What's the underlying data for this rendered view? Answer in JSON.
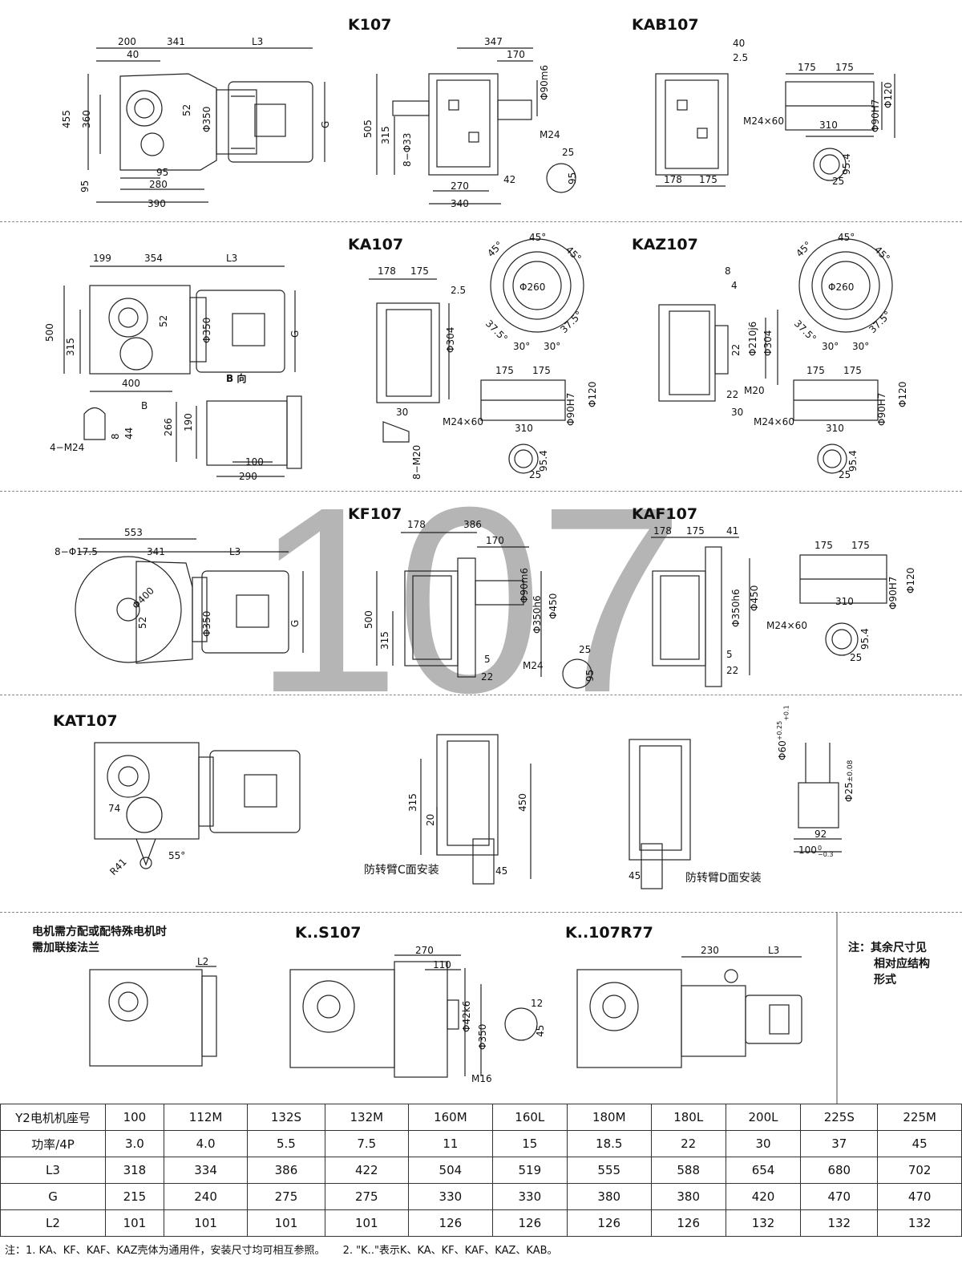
{
  "watermark": "107",
  "sections": {
    "k107": {
      "title": "K107",
      "dims": [
        "200",
        "341",
        "L3",
        "40",
        "455",
        "360",
        "52",
        "Φ350",
        "G",
        "95",
        "95",
        "280",
        "390"
      ],
      "side_dims": [
        "347",
        "170",
        "Φ90m6",
        "505",
        "315",
        "8−Φ33",
        "M24",
        "270",
        "340",
        "42",
        "25",
        "95"
      ]
    },
    "kab107": {
      "title": "KAB107",
      "dims": [
        "40",
        "2.5",
        "175",
        "175",
        "Φ120",
        "Φ90H7",
        "M24×60",
        "310",
        "178",
        "175",
        "95.4",
        "25"
      ]
    },
    "k_row2": {
      "dims": [
        "199",
        "354",
        "L3",
        "500",
        "315",
        "52",
        "Φ350",
        "G",
        "400",
        "B",
        "B 向",
        "266",
        "190",
        "100",
        "290",
        "8",
        "44",
        "4−M24"
      ]
    },
    "ka107": {
      "title": "KA107",
      "dims": [
        "178",
        "175",
        "2.5",
        "Φ304",
        "45°",
        "45°",
        "45°",
        "Φ260",
        "37.5°",
        "37.5°",
        "30°",
        "30°",
        "175",
        "175",
        "Φ120",
        "Φ90H7",
        "M24×60",
        "310",
        "30",
        "8−M20",
        "95.4",
        "25"
      ]
    },
    "kaz107": {
      "title": "KAZ107",
      "dims": [
        "8",
        "4",
        "Φ210j6",
        "Φ304",
        "22",
        "M20",
        "22",
        "30",
        "45°",
        "45°",
        "45°",
        "Φ260",
        "37.5°",
        "37.5°",
        "30°",
        "30°",
        "175",
        "175",
        "Φ120",
        "Φ90H7",
        "M24×60",
        "310",
        "95.4",
        "25"
      ]
    },
    "k_row3": {
      "dims": [
        "553",
        "8−Φ17.5",
        "341",
        "L3",
        "Φ400",
        "52",
        "Φ350",
        "G"
      ]
    },
    "kf107": {
      "title": "KF107",
      "dims": [
        "178",
        "386",
        "170",
        "Φ90m6",
        "Φ350h6",
        "Φ450",
        "500",
        "315",
        "5",
        "22",
        "M24",
        "25",
        "95"
      ]
    },
    "kaf107": {
      "title": "KAF107",
      "dims": [
        "178",
        "175",
        "41",
        "Φ350h6",
        "Φ450",
        "5",
        "22",
        "175",
        "175",
        "Φ120",
        "Φ90H7",
        "M24×60",
        "310",
        "95.4",
        "25"
      ]
    },
    "kat107": {
      "title": "KAT107",
      "dims": [
        "74",
        "R41",
        "55°",
        "315",
        "20",
        "450",
        "45",
        "45",
        "92",
        "100"
      ],
      "caption_c": "防转臂C面安装",
      "caption_d": "防转臂D面安装",
      "bush_60": "Φ60",
      "bush_60_tol_top": "+0.25",
      "bush_60_tol_bot": "+0.1",
      "bush_25": "Φ25",
      "bush_25_tol": "±0.08",
      "bush_100_tol_top": "0",
      "bush_100_tol_bot": "−0.3"
    },
    "bottom": {
      "note_motor_1": "电机需方配或配特殊电机时",
      "note_motor_2": "需加联接法兰",
      "l2": "L2",
      "ks107_title": "K..S107",
      "ks107_dims": [
        "270",
        "110",
        "Φ42k6",
        "Φ350",
        "M16",
        "12",
        "45"
      ],
      "kr77_title": "K..107R77",
      "kr77_dims": [
        "230",
        "L3"
      ],
      "side_note_1": "注：其余尺寸见",
      "side_note_2": "相对应结构",
      "side_note_3": "形式"
    }
  },
  "table": {
    "rows": [
      {
        "label": "Y2电机机座号",
        "cells": [
          "100",
          "112M",
          "132S",
          "132M",
          "160M",
          "160L",
          "180M",
          "180L",
          "200L",
          "225S",
          "225M"
        ]
      },
      {
        "label": "功率/4P",
        "cells": [
          "3.0",
          "4.0",
          "5.5",
          "7.5",
          "11",
          "15",
          "18.5",
          "22",
          "30",
          "37",
          "45"
        ]
      },
      {
        "label": "L3",
        "cells": [
          "318",
          "334",
          "386",
          "422",
          "504",
          "519",
          "555",
          "588",
          "654",
          "680",
          "702"
        ]
      },
      {
        "label": "G",
        "cells": [
          "215",
          "240",
          "275",
          "275",
          "330",
          "330",
          "380",
          "380",
          "420",
          "470",
          "470"
        ]
      },
      {
        "label": "L2",
        "cells": [
          "101",
          "101",
          "101",
          "101",
          "126",
          "126",
          "126",
          "126",
          "132",
          "132",
          "132"
        ]
      }
    ]
  },
  "footnote": {
    "n1": "注：1. KA、KF、KAF、KAZ壳体为通用件，安装尺寸均可相互参照。",
    "n2": "2. \"K..\"表示K、KA、KF、KAF、KAZ、KAB。"
  }
}
